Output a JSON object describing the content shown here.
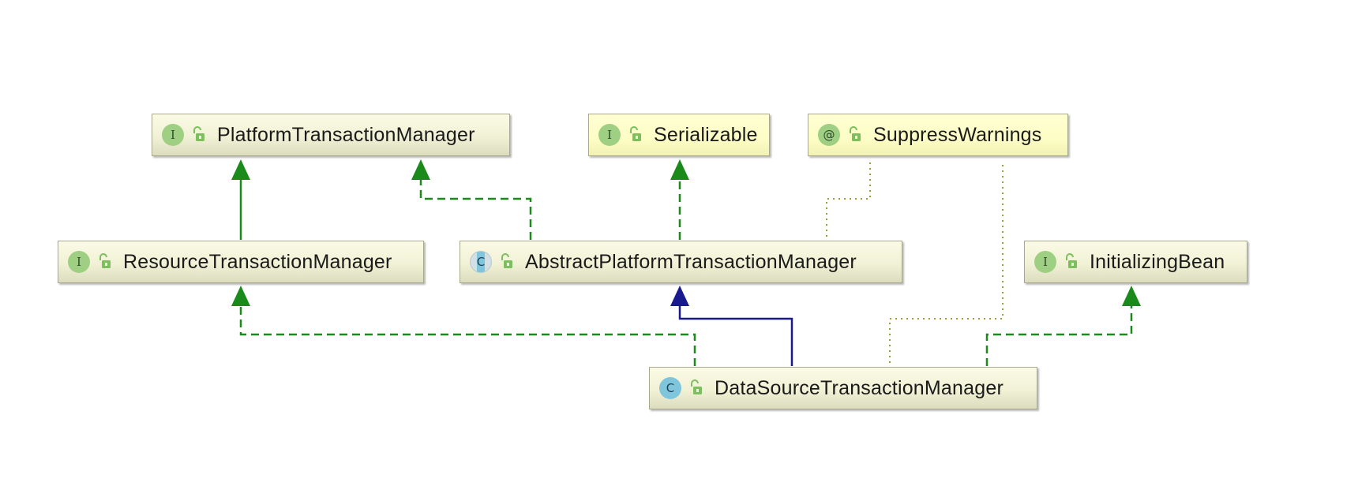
{
  "diagram": {
    "nodes": [
      {
        "id": "platform",
        "kind": "interface",
        "badge_glyph": "I",
        "label": "PlatformTransactionManager"
      },
      {
        "id": "serializable",
        "kind": "interface",
        "badge_glyph": "I",
        "label": "Serializable"
      },
      {
        "id": "suppress",
        "kind": "annotation",
        "badge_glyph": "@",
        "label": "SuppressWarnings"
      },
      {
        "id": "resource",
        "kind": "interface",
        "badge_glyph": "I",
        "label": "ResourceTransactionManager"
      },
      {
        "id": "abstract",
        "kind": "abstract-class",
        "badge_glyph": "C",
        "label": "AbstractPlatformTransactionManager"
      },
      {
        "id": "initializing",
        "kind": "interface",
        "badge_glyph": "I",
        "label": "InitializingBean"
      },
      {
        "id": "datasource",
        "kind": "class",
        "badge_glyph": "C",
        "label": "DataSourceTransactionManager"
      }
    ],
    "edges": [
      {
        "from": "resource",
        "to": "platform",
        "type": "interface-extends",
        "color": "#1a8a1a"
      },
      {
        "from": "abstract",
        "to": "platform",
        "type": "implements",
        "color": "#1a8a1a"
      },
      {
        "from": "abstract",
        "to": "serializable",
        "type": "implements",
        "color": "#1a8a1a"
      },
      {
        "from": "abstract",
        "to": "suppress",
        "type": "annotated-with",
        "color": "#9c9c38"
      },
      {
        "from": "datasource",
        "to": "suppress",
        "type": "annotated-with",
        "color": "#9c9c38"
      },
      {
        "from": "datasource",
        "to": "resource",
        "type": "implements",
        "color": "#1a8a1a"
      },
      {
        "from": "datasource",
        "to": "abstract",
        "type": "extends",
        "color": "#1a1a8f"
      },
      {
        "from": "datasource",
        "to": "initializing",
        "type": "implements",
        "color": "#1a8a1a"
      }
    ],
    "colors": {
      "interface_badge": "#9fcf82",
      "class_badge": "#7fc6dd",
      "implements_arrow": "#1a8a1a",
      "extends_arrow": "#1a1a8f",
      "annotation_link": "#9c9c38"
    }
  }
}
